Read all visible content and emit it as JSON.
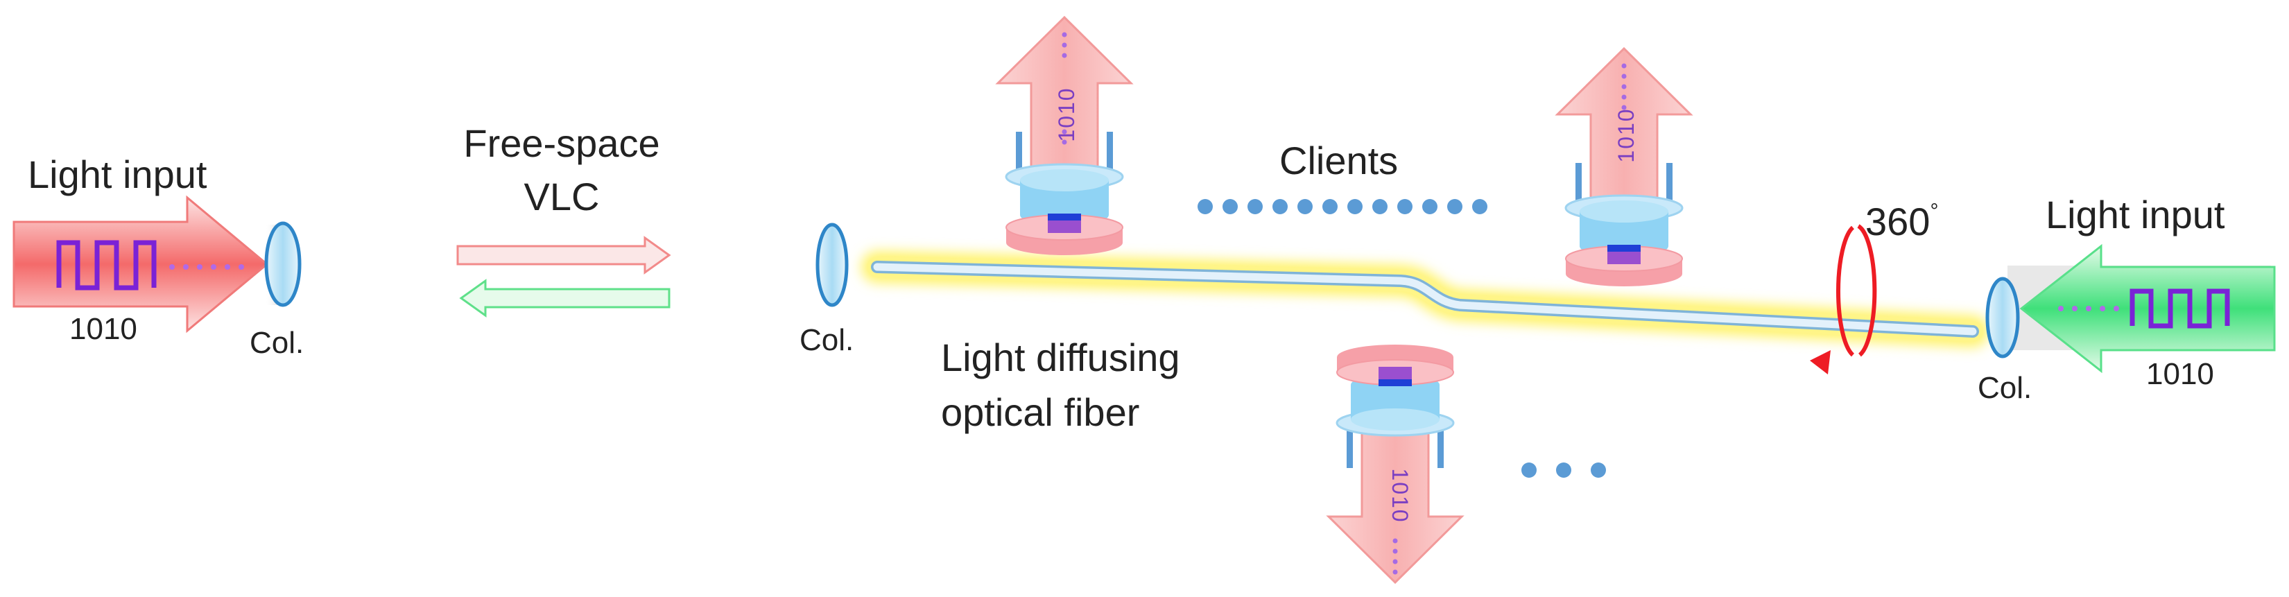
{
  "labels": {
    "light_input_left": "Light input",
    "bits_left": "1010",
    "col_left": "Col.",
    "free_space_line1": "Free-space",
    "free_space_line2": "VLC",
    "col_fiber_left": "Col.",
    "clients": "Clients",
    "fiber_line1": "Light diffusing",
    "fiber_line2": "optical fiber",
    "rotation_value": "360",
    "rotation_unit": "°",
    "light_input_right": "Light input",
    "col_right": "Col.",
    "bits_right": "1010",
    "client_bits": "1010"
  },
  "colors": {
    "red_light": "#f47a7a",
    "green_light": "#3fe07a",
    "square_wave": "#7a22d6",
    "fiber_glow": "#fff36a",
    "fiber_core": "#d8ecfa",
    "lens": "#bfe3f7",
    "client_body": "#8fd3f4",
    "client_base": "#f6a0a8",
    "rotation_arrow": "#ee1c24"
  },
  "icons": [
    "collimator-lens-icon",
    "square-wave-icon",
    "photodetector-client-icon",
    "rotation-arrow-icon"
  ]
}
